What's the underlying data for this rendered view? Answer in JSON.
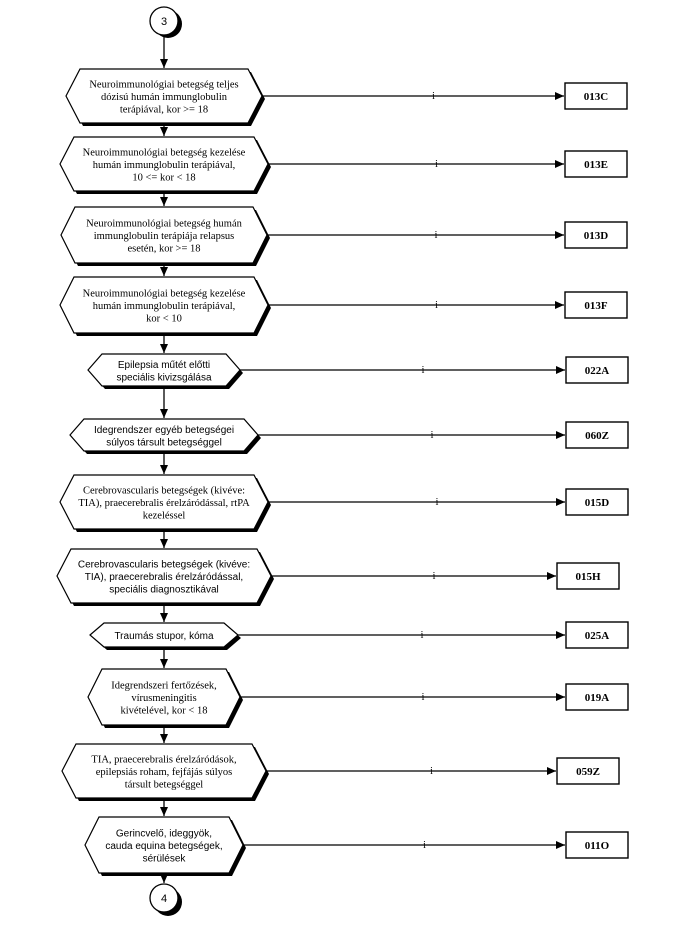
{
  "connector_top": "3",
  "connector_bottom": "4",
  "branch_label": "i",
  "steps": [
    {
      "lines": [
        "Neuroimmunológiai betegség teljes",
        "dózisú humán immunglobulin",
        "terápiával, kor >= 18"
      ],
      "code": "013C",
      "sans": false
    },
    {
      "lines": [
        "Neuroimmunológiai betegség kezelése",
        "humán immunglobulin terápiával,",
        "10 <= kor < 18"
      ],
      "code": "013E",
      "sans": false
    },
    {
      "lines": [
        "Neuroimmunológiai betegség humán",
        "immunglobulin terápiája relapsus",
        "esetén, kor >= 18"
      ],
      "code": "013D",
      "sans": false
    },
    {
      "lines": [
        "Neuroimmunológiai betegség kezelése",
        "humán immunglobulin terápiával,",
        "kor < 10"
      ],
      "code": "013F",
      "sans": false
    },
    {
      "lines": [
        "Epilepsia műtét előtti",
        "speciális kivizsgálása"
      ],
      "code": "022A",
      "sans": true
    },
    {
      "lines": [
        "Idegrendszer egyéb betegségei",
        "súlyos társult betegséggel"
      ],
      "code": "060Z",
      "sans": true
    },
    {
      "lines": [
        "Cerebrovascularis betegségek (kivéve:",
        "TIA), praecerebralis érelzáródással, rtPA",
        "kezeléssel"
      ],
      "code": "015D",
      "sans": false
    },
    {
      "lines": [
        "Cerebrovascularis betegségek (kivéve:",
        "TIA), praecerebralis érelzáródással,",
        "speciális diagnosztikával"
      ],
      "code": "015H",
      "sans": true
    },
    {
      "lines": [
        "Traumás stupor, kóma"
      ],
      "code": "025A",
      "sans": true
    },
    {
      "lines": [
        "Idegrendszeri fertőzések,",
        "vírusmeningitis",
        "kivételével, kor < 18"
      ],
      "code": "019A",
      "sans": false
    },
    {
      "lines": [
        "TIA, praecerebralis érelzáródások,",
        "epilepsiás roham, fejfájás súlyos",
        "társult betegséggel"
      ],
      "code": "059Z",
      "sans": false
    },
    {
      "lines": [
        "Gerincvelő, ideggyök,",
        "cauda equina betegségek,",
        "sérülések"
      ],
      "code": "011O",
      "sans": true
    }
  ]
}
